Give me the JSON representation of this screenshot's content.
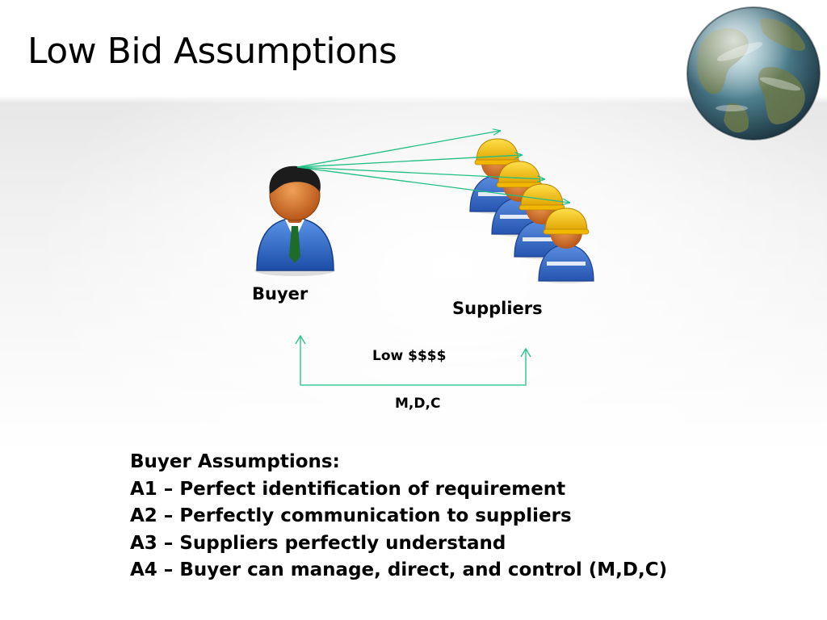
{
  "slide": {
    "title": "Low Bid Assumptions"
  },
  "diagram": {
    "buyer_label": "Buyer",
    "suppliers_label": "Suppliers",
    "flow_down_label": "Low $$$$",
    "flow_up_label": "M,D,C"
  },
  "assumptions": {
    "heading": "Buyer Assumptions:",
    "items": [
      "A1 – Perfect identification of requirement",
      "A2 – Perfectly communication to suppliers",
      "A3 – Suppliers perfectly understand",
      "A4 – Buyer can manage, direct, and control (M,D,C)"
    ]
  },
  "colors": {
    "arrow": "#1fbf84",
    "buyer_suit": "#2f6fd0",
    "helmet": "#f5c400"
  }
}
